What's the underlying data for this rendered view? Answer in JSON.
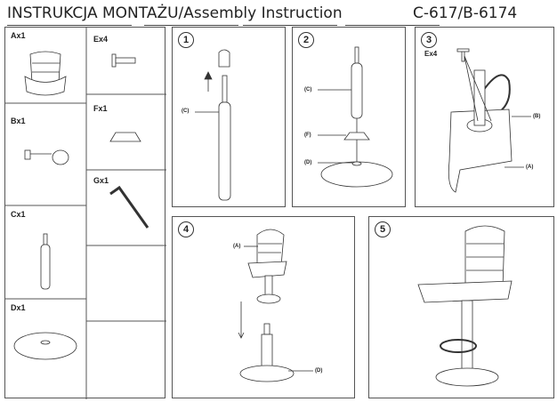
{
  "header": {
    "title": "INSTRUKCJA  MONTAŻU/Assembly  Instruction",
    "code": "C-617/B-6174"
  },
  "parts": [
    {
      "label": "Ax1"
    },
    {
      "label": "Bx1"
    },
    {
      "label": "Cx1"
    },
    {
      "label": "Dx1"
    },
    {
      "label": "Ex4"
    },
    {
      "label": "Fx1"
    },
    {
      "label": "Gx1"
    }
  ],
  "steps": [
    {
      "number": "1",
      "callouts": [
        "(C)"
      ]
    },
    {
      "number": "2",
      "callouts": [
        "(C)",
        "(F)",
        "(D)"
      ]
    },
    {
      "number": "3",
      "callouts": [
        "Ex4",
        "(B)",
        "(A)"
      ]
    },
    {
      "number": "4",
      "callouts": [
        "(A)",
        "(D)"
      ]
    },
    {
      "number": "5",
      "callouts": []
    }
  ]
}
